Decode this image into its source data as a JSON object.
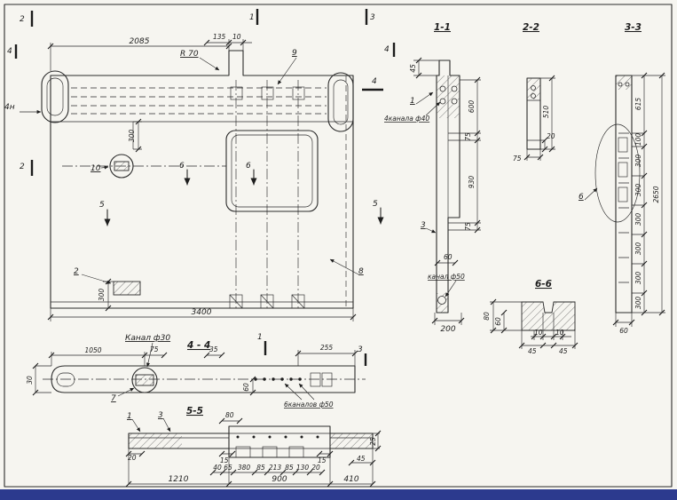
{
  "sheet": {
    "footer_color": "#2c3a8e",
    "paper_color": "#f6f5f0",
    "ink_color": "#2a2a2a"
  },
  "plan": {
    "dim_2085": "2085",
    "dim_135": "135",
    "dim_10": "10",
    "radius_label": "R 70",
    "dim_3400": "3400",
    "dim_300_upper": "300",
    "dim_300_lower": "300",
    "label_4n": "4н",
    "callout_9": "9",
    "callout_10": "10",
    "callout_8": "8",
    "callout_2": "2",
    "marker_2_top": "2",
    "marker_1_top": "1",
    "marker_3_top": "3",
    "marker_4_left": "4",
    "marker_4_right": "4",
    "marker_2_left": "2",
    "marker_5_left": "5",
    "marker_5_right": "5",
    "marker_6_left": "6",
    "marker_6_right": "6"
  },
  "sec11": {
    "title": "1-1",
    "marker_4": "4",
    "dim_45": "45",
    "callout_1": "1",
    "label_channels": "4канала ф40",
    "dim_600": "600",
    "dim_75_upper": "75",
    "dim_930": "930",
    "dim_75_lower": "75",
    "callout_3": "3",
    "dim_60": "60",
    "label_channel50": "канал ф50",
    "dim_200": "200"
  },
  "sec22": {
    "title": "2-2",
    "dim_510": "510",
    "dim_20": "20",
    "dim_75": "75"
  },
  "sec33": {
    "title": "3-3",
    "dim_615": "615",
    "dim_100": "100",
    "dims_300": [
      "300",
      "300",
      "300",
      "300",
      "300",
      "300"
    ],
    "dim_2650": "2650",
    "callout_6": "6",
    "dim_60": "60"
  },
  "sec66": {
    "title": "6-6",
    "dim_80": "80",
    "dim_60": "60",
    "dim_10_left": "10",
    "dim_10_right": "10",
    "dim_45_left": "45",
    "dim_45_right": "45"
  },
  "viewA4": {
    "title": "4 - 4",
    "label_channel30": "Канал ф30",
    "label_channels50": "6каналов ф50",
    "marker_1": "1",
    "marker_3": "3",
    "callout_7": "7",
    "dim_1050": "1050",
    "dim_75": "75",
    "dim_35": "35",
    "dim_255": "255",
    "dim_30": "30",
    "dim_60": "60"
  },
  "sec55": {
    "title": "5-5",
    "callout_1": "1",
    "callout_3": "3",
    "dim_80": "80",
    "dim_20": "20",
    "dim_15_left": "15",
    "dim_15_right": "15",
    "dim_25": "25",
    "dim_45": "45",
    "chain": [
      "40",
      "65",
      "380",
      "85",
      "213",
      "85",
      "130",
      "20"
    ],
    "dim_1210": "1210",
    "dim_900": "900",
    "dim_410": "410"
  }
}
